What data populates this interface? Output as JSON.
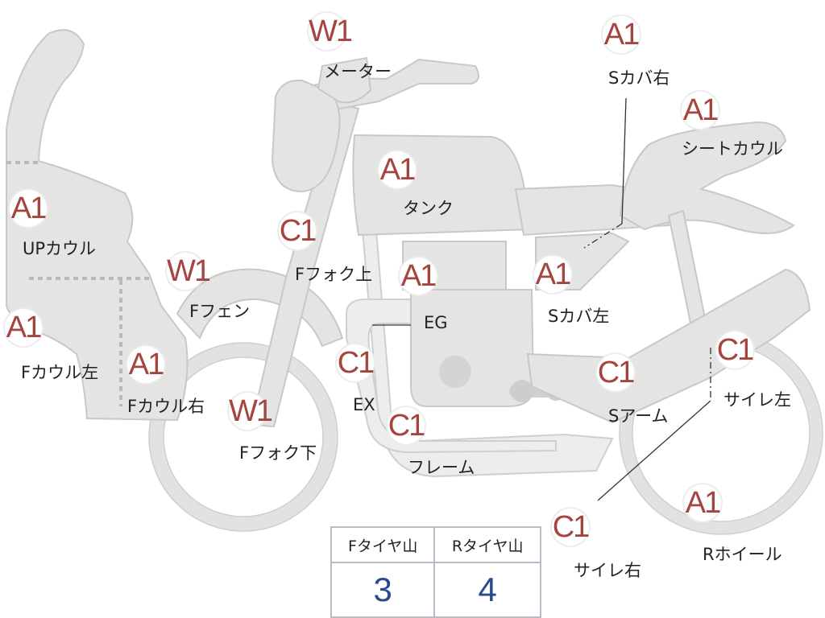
{
  "parts": [
    {
      "id": "meter",
      "grade": "W1",
      "label": "メーター"
    },
    {
      "id": "s-cover-right",
      "grade": "A1",
      "label": "Sカバ右"
    },
    {
      "id": "seat-cowl",
      "grade": "A1",
      "label": "シートカウル"
    },
    {
      "id": "up-cowl",
      "grade": "A1",
      "label": "UPカウル"
    },
    {
      "id": "tank",
      "grade": "A1",
      "label": "タンク"
    },
    {
      "id": "f-fork-upper",
      "grade": "C1",
      "label": "Fフォク上"
    },
    {
      "id": "f-fender",
      "grade": "W1",
      "label": "Fフェン"
    },
    {
      "id": "engine",
      "grade": "A1",
      "label": "EG"
    },
    {
      "id": "s-cover-left",
      "grade": "A1",
      "label": "Sカバ左"
    },
    {
      "id": "f-cowl-left",
      "grade": "A1",
      "label": "Fカウル左"
    },
    {
      "id": "f-cowl-right",
      "grade": "A1",
      "label": "Fカウル右"
    },
    {
      "id": "exhaust",
      "grade": "C1",
      "label": "EX"
    },
    {
      "id": "swing-arm",
      "grade": "C1",
      "label": "Sアーム"
    },
    {
      "id": "muffler-left",
      "grade": "C1",
      "label": "サイレ左"
    },
    {
      "id": "f-fork-lower",
      "grade": "W1",
      "label": "Fフォク下"
    },
    {
      "id": "frame",
      "grade": "C1",
      "label": "フレーム"
    },
    {
      "id": "muffler-right",
      "grade": "C1",
      "label": "サイレ右"
    },
    {
      "id": "r-wheel",
      "grade": "A1",
      "label": "Rホイール"
    }
  ],
  "tire_table": {
    "headers": [
      "Fタイヤ山",
      "Rタイヤ山"
    ],
    "values": [
      "3",
      "4"
    ]
  },
  "colors": {
    "grade_text": "#a5453f",
    "tire_value": "#2b4a8e",
    "part_fill": "#e4e4e2"
  }
}
